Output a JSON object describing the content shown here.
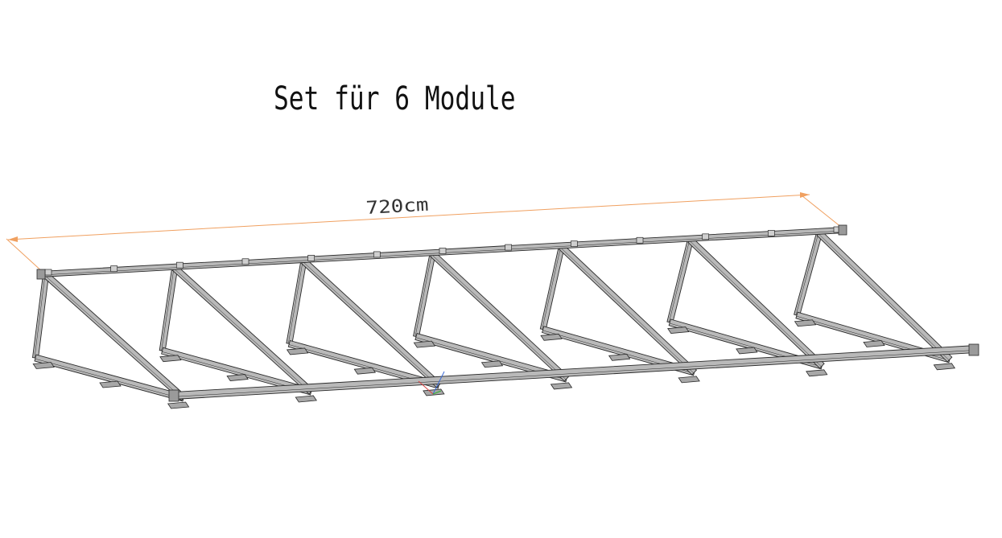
{
  "drawing": {
    "title": "Set für 6 Module",
    "dimension_label": "720cm",
    "module_count": 6,
    "colors": {
      "frame_fill": "#b9b9b9",
      "frame_stroke": "#2a2a2a",
      "dimension_line": "#f0a060",
      "background": "#ffffff"
    }
  }
}
